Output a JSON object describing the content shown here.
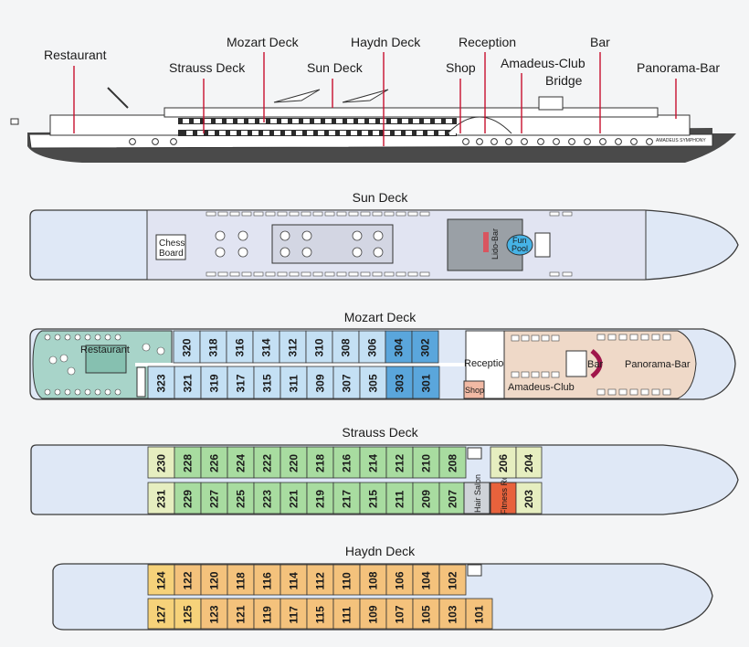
{
  "side_view": {
    "labels": {
      "restaurant": "Restaurant",
      "strauss": "Strauss Deck",
      "mozart": "Mozart Deck",
      "sun": "Sun Deck",
      "haydn": "Haydn Deck",
      "shop": "Shop",
      "reception": "Reception",
      "amadeus": "Amadeus-Club",
      "bridge": "Bridge",
      "bar": "Bar",
      "panorama": "Panorama-Bar"
    },
    "ship_name": "AMADEUS SYMPHONY"
  },
  "sun_deck": {
    "title": "Sun Deck",
    "chess_line1": "Chess",
    "chess_line2": "Board",
    "lido_bar": "Lido-Bar",
    "fun_pool_line1": "Fun",
    "fun_pool_line2": "Pool"
  },
  "mozart_deck": {
    "title": "Mozart Deck",
    "restaurant": "Restaurant",
    "reception": "Reception",
    "shop": "Shop",
    "amadeus_club": "Amadeus-Club",
    "bar": "Bar",
    "panorama_bar": "Panorama-Bar",
    "top_cabins": [
      "320",
      "318",
      "316",
      "314",
      "312",
      "310",
      "308",
      "306",
      "304",
      "302"
    ],
    "bottom_cabins": [
      "323",
      "321",
      "319",
      "317",
      "315",
      "311",
      "309",
      "307",
      "305",
      "303",
      "301"
    ]
  },
  "strauss_deck": {
    "title": "Strauss Deck",
    "top_cabins": [
      "230",
      "228",
      "226",
      "224",
      "222",
      "220",
      "218",
      "216",
      "214",
      "212",
      "210",
      "208"
    ],
    "bottom_cabins": [
      "231",
      "229",
      "227",
      "225",
      "223",
      "221",
      "219",
      "217",
      "215",
      "211",
      "209",
      "207"
    ],
    "top_fwd_cabins": [
      "206",
      "204"
    ],
    "hair_salon": "Hair Salon",
    "fitness_room": "Fitness Room",
    "bottom_fwd_cabin": "203"
  },
  "haydn_deck": {
    "title": "Haydn Deck",
    "top_cabins": [
      "124",
      "122",
      "120",
      "118",
      "116",
      "114",
      "112",
      "110",
      "108",
      "106",
      "104",
      "102"
    ],
    "bottom_cabins": [
      "127",
      "125",
      "123",
      "121",
      "119",
      "117",
      "115",
      "111",
      "109",
      "107",
      "105",
      "103",
      "101"
    ]
  },
  "colors": {
    "hull": "#dfe8f6",
    "sun_area": "#e1e4f2",
    "cabin_light_blue": "#c4e0f4",
    "cabin_blue": "#5aa6dc",
    "public_green": "#a8d4c9",
    "cabin_green": "#a8dca0",
    "cabin_yellow": "#e6eec0",
    "cabin_orange": "#f4c27c",
    "lounge_peach": "#efd9c8",
    "fitness_red": "#e8623c",
    "label_line": "#c8102e"
  }
}
